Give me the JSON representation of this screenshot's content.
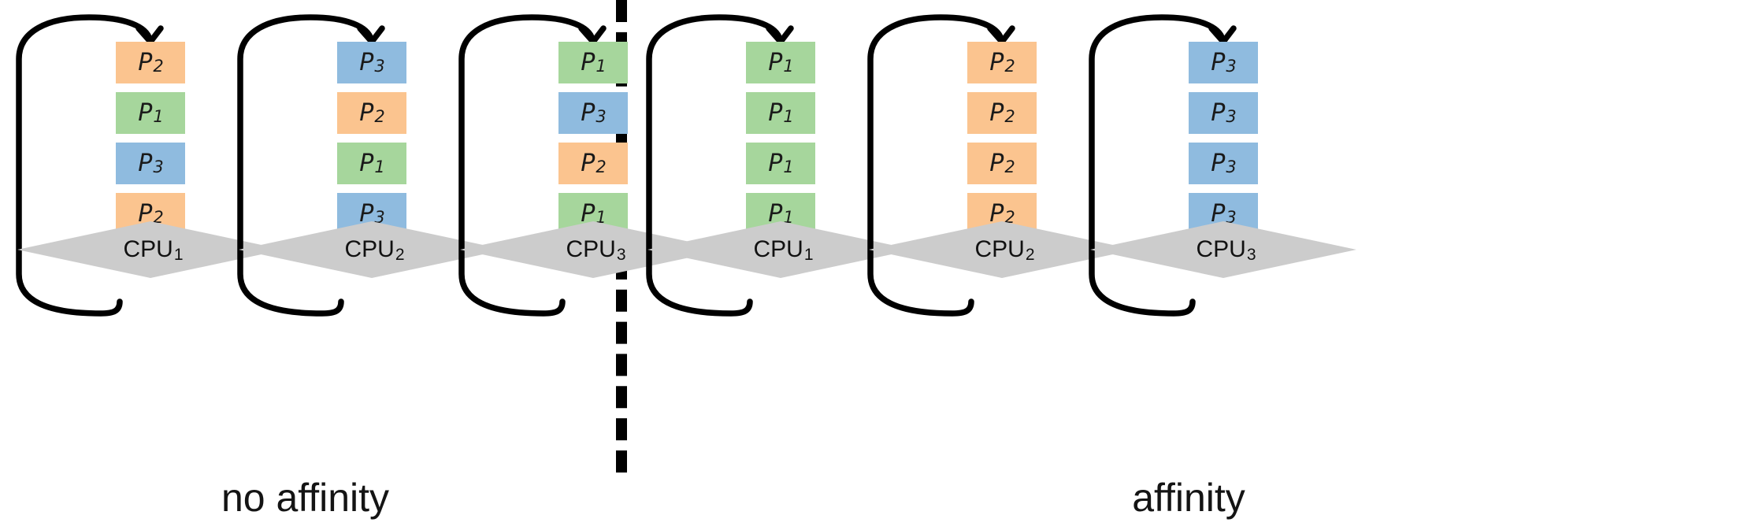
{
  "diagram": {
    "title": "CPU scheduling affinity comparison",
    "colors": {
      "process_1": "#a6d69c",
      "process_2": "#fbc48f",
      "process_3": "#8fbbdf",
      "cpu_plate": "#cccccc",
      "line": "#000000",
      "background": "#ffffff"
    },
    "divider": {
      "style": "dashed-vertical",
      "color": "#000000"
    }
  },
  "panels": [
    {
      "id": "no-affinity",
      "caption": "no affinity",
      "groups": [
        {
          "cpu_label": "CPU",
          "cpu_index": "1",
          "queue": [
            {
              "label": "P",
              "index": "2",
              "color": "#fbc48f"
            },
            {
              "label": "P",
              "index": "1",
              "color": "#a6d69c"
            },
            {
              "label": "P",
              "index": "3",
              "color": "#8fbbdf"
            },
            {
              "label": "P",
              "index": "2",
              "color": "#fbc48f"
            }
          ]
        },
        {
          "cpu_label": "CPU",
          "cpu_index": "2",
          "queue": [
            {
              "label": "P",
              "index": "3",
              "color": "#8fbbdf"
            },
            {
              "label": "P",
              "index": "2",
              "color": "#fbc48f"
            },
            {
              "label": "P",
              "index": "1",
              "color": "#a6d69c"
            },
            {
              "label": "P",
              "index": "3",
              "color": "#8fbbdf"
            }
          ]
        },
        {
          "cpu_label": "CPU",
          "cpu_index": "3",
          "queue": [
            {
              "label": "P",
              "index": "1",
              "color": "#a6d69c"
            },
            {
              "label": "P",
              "index": "3",
              "color": "#8fbbdf"
            },
            {
              "label": "P",
              "index": "2",
              "color": "#fbc48f"
            },
            {
              "label": "P",
              "index": "1",
              "color": "#a6d69c"
            }
          ]
        }
      ]
    },
    {
      "id": "affinity",
      "caption": "affinity",
      "groups": [
        {
          "cpu_label": "CPU",
          "cpu_index": "1",
          "queue": [
            {
              "label": "P",
              "index": "1",
              "color": "#a6d69c"
            },
            {
              "label": "P",
              "index": "1",
              "color": "#a6d69c"
            },
            {
              "label": "P",
              "index": "1",
              "color": "#a6d69c"
            },
            {
              "label": "P",
              "index": "1",
              "color": "#a6d69c"
            }
          ]
        },
        {
          "cpu_label": "CPU",
          "cpu_index": "2",
          "queue": [
            {
              "label": "P",
              "index": "2",
              "color": "#fbc48f"
            },
            {
              "label": "P",
              "index": "2",
              "color": "#fbc48f"
            },
            {
              "label": "P",
              "index": "2",
              "color": "#fbc48f"
            },
            {
              "label": "P",
              "index": "2",
              "color": "#fbc48f"
            }
          ]
        },
        {
          "cpu_label": "CPU",
          "cpu_index": "3",
          "queue": [
            {
              "label": "P",
              "index": "3",
              "color": "#8fbbdf"
            },
            {
              "label": "P",
              "index": "3",
              "color": "#8fbbdf"
            },
            {
              "label": "P",
              "index": "3",
              "color": "#8fbbdf"
            },
            {
              "label": "P",
              "index": "3",
              "color": "#8fbbdf"
            }
          ]
        }
      ]
    }
  ]
}
